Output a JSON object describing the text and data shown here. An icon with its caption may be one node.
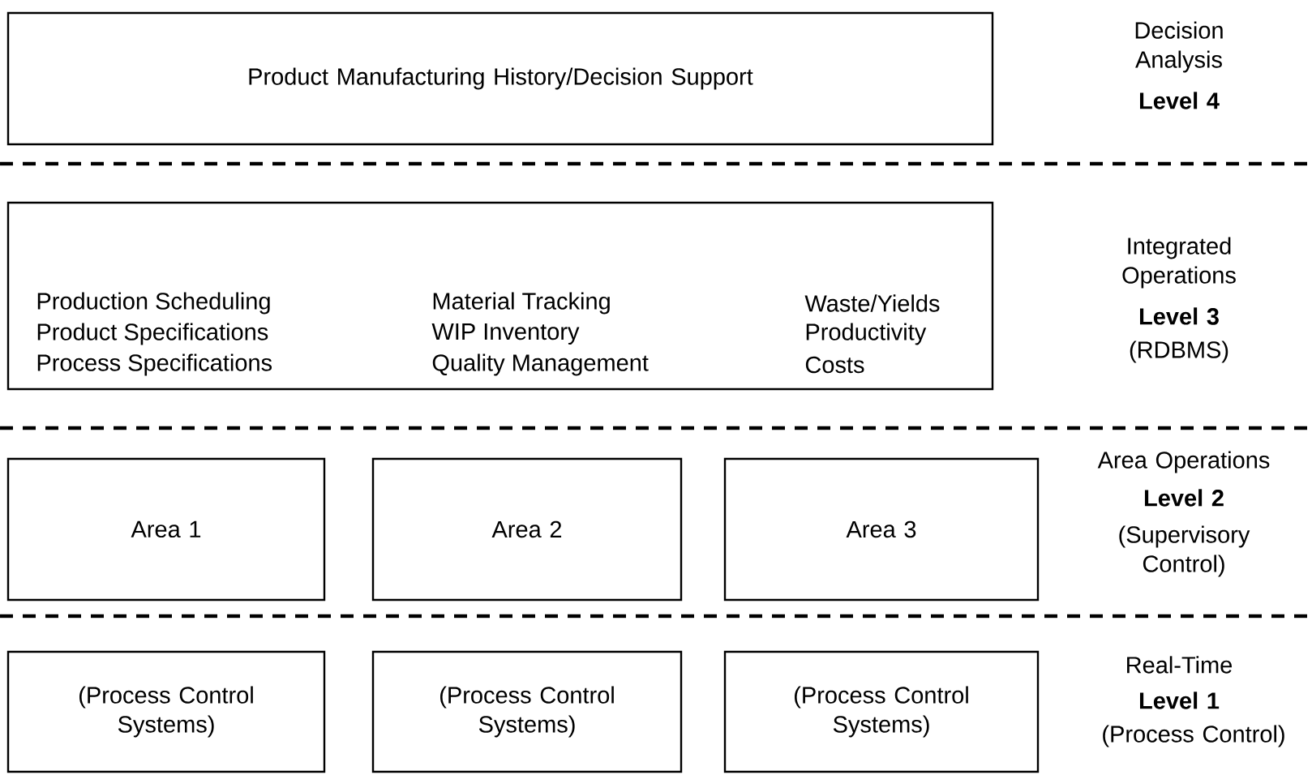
{
  "diagram": {
    "nodes": [
      {
        "text": [
          "Product Manufacturing History/Decision Support"
        ]
      },
      {
        "text": [
          "Production Scheduling",
          "Product Specifications",
          "Process Specifications",
          "Material Tracking",
          "WIP Inventory",
          "Quality Management",
          "Waste/Yields",
          "Productivity",
          "Costs"
        ]
      },
      {
        "text": [
          "Area 1"
        ]
      },
      {
        "text": [
          "Area 2"
        ]
      },
      {
        "text": [
          "Area 3"
        ]
      },
      {
        "text": [
          "(Process Control Systems)"
        ]
      },
      {
        "text": [
          "(Process Control Systems)"
        ]
      },
      {
        "text": [
          "(Process Control Systems)"
        ]
      }
    ],
    "labels": [
      "Decision Analysis",
      "Level 4",
      "Integrated Operations",
      "Level 3",
      "(RDBMS)",
      "Area Operations",
      "Level 2",
      "(Supervisory Control)",
      "Real-Time",
      "Level 1",
      "(Process Control)"
    ]
  }
}
